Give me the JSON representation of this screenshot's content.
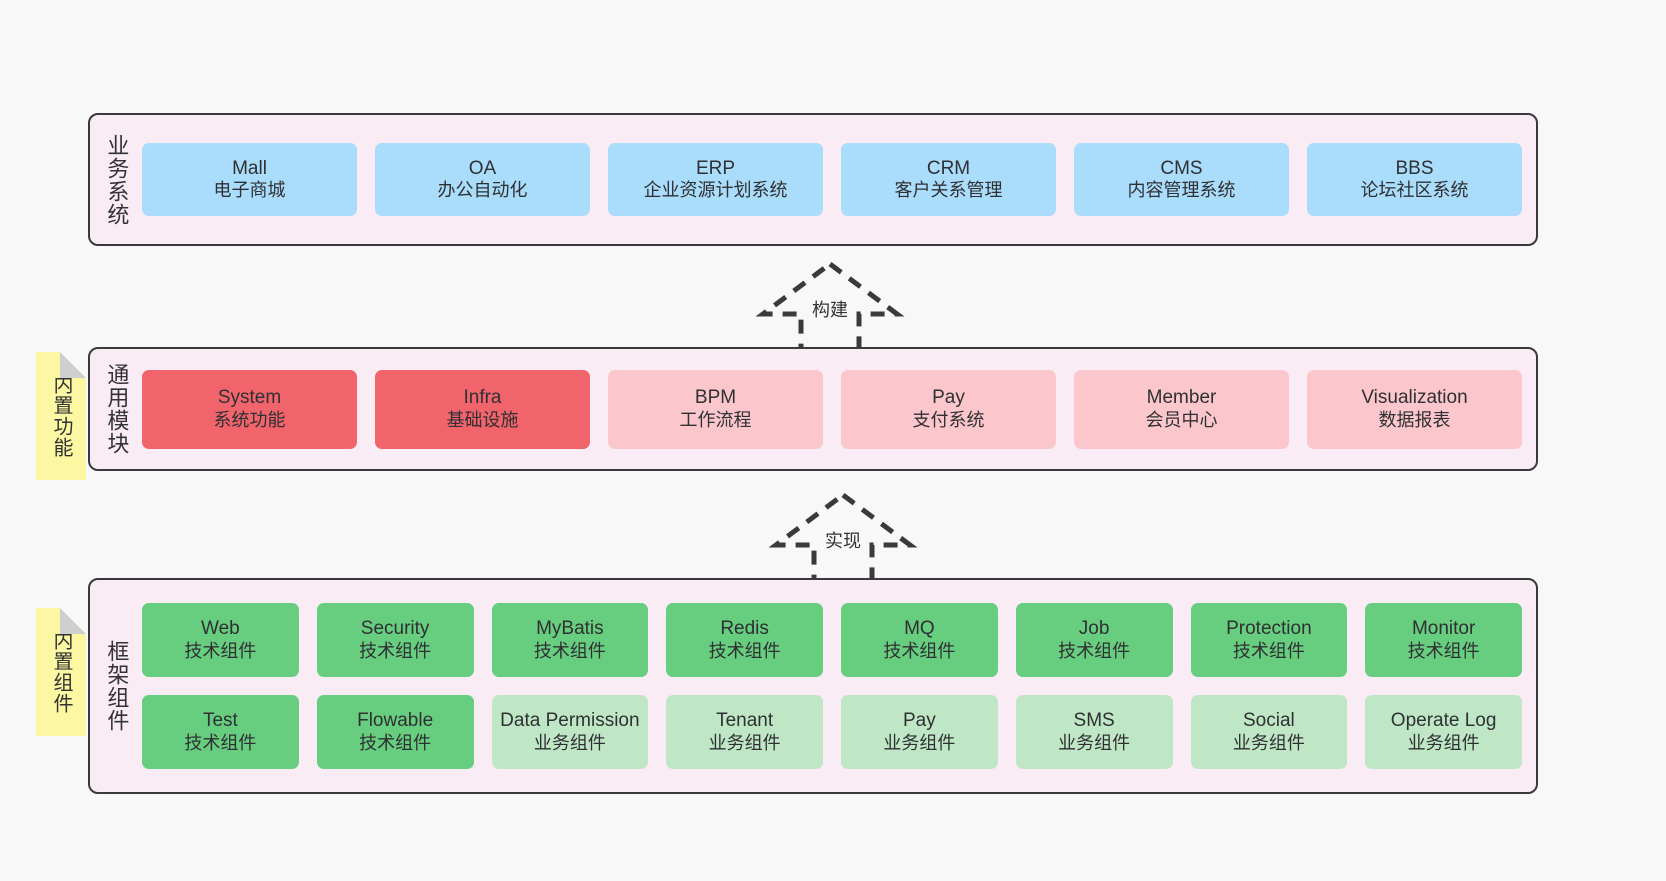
{
  "diagram": {
    "background": "#f8f8f8",
    "layer_bg": "#f9ecf5",
    "note_bg": "#fbf7a3",
    "colors": {
      "blue": "#aadcfb",
      "red": "#f1646b",
      "pink": "#fbc6cc",
      "green": "#67cd7f",
      "light_green": "#bfe7c6"
    }
  },
  "layers": {
    "business": {
      "title": "业务系统",
      "items": [
        {
          "name": "Mall",
          "desc": "电子商城"
        },
        {
          "name": "OA",
          "desc": "办公自动化"
        },
        {
          "name": "ERP",
          "desc": "企业资源计划系统"
        },
        {
          "name": "CRM",
          "desc": "客户关系管理"
        },
        {
          "name": "CMS",
          "desc": "内容管理系统"
        },
        {
          "name": "BBS",
          "desc": "论坛社区系统"
        }
      ]
    },
    "common": {
      "title": "通用模块",
      "note": "内置功能",
      "items": [
        {
          "name": "System",
          "desc": "系统功能",
          "color": "red"
        },
        {
          "name": "Infra",
          "desc": "基础设施",
          "color": "red"
        },
        {
          "name": "BPM",
          "desc": "工作流程",
          "color": "pink"
        },
        {
          "name": "Pay",
          "desc": "支付系统",
          "color": "pink"
        },
        {
          "name": "Member",
          "desc": "会员中心",
          "color": "pink"
        },
        {
          "name": "Visualization",
          "desc": "数据报表",
          "color": "pink"
        }
      ]
    },
    "framework": {
      "title": "框架组件",
      "note": "内置组件",
      "row1": [
        {
          "name": "Web",
          "desc": "技术组件",
          "color": "green"
        },
        {
          "name": "Security",
          "desc": "技术组件",
          "color": "green"
        },
        {
          "name": "MyBatis",
          "desc": "技术组件",
          "color": "green"
        },
        {
          "name": "Redis",
          "desc": "技术组件",
          "color": "green"
        },
        {
          "name": "MQ",
          "desc": "技术组件",
          "color": "green"
        },
        {
          "name": "Job",
          "desc": "技术组件",
          "color": "green"
        },
        {
          "name": "Protection",
          "desc": "技术组件",
          "color": "green"
        },
        {
          "name": "Monitor",
          "desc": "技术组件",
          "color": "green"
        }
      ],
      "row2": [
        {
          "name": "Test",
          "desc": "技术组件",
          "color": "green"
        },
        {
          "name": "Flowable",
          "desc": "技术组件",
          "color": "green"
        },
        {
          "name": "Data Permission",
          "desc": "业务组件",
          "color": "light_green"
        },
        {
          "name": "Tenant",
          "desc": "业务组件",
          "color": "light_green"
        },
        {
          "name": "Pay",
          "desc": "业务组件",
          "color": "light_green"
        },
        {
          "name": "SMS",
          "desc": "业务组件",
          "color": "light_green"
        },
        {
          "name": "Social",
          "desc": "业务组件",
          "color": "light_green"
        },
        {
          "name": "Operate Log",
          "desc": "业务组件",
          "color": "light_green"
        }
      ]
    }
  },
  "connectors": [
    {
      "label": "构建"
    },
    {
      "label": "实现"
    }
  ]
}
